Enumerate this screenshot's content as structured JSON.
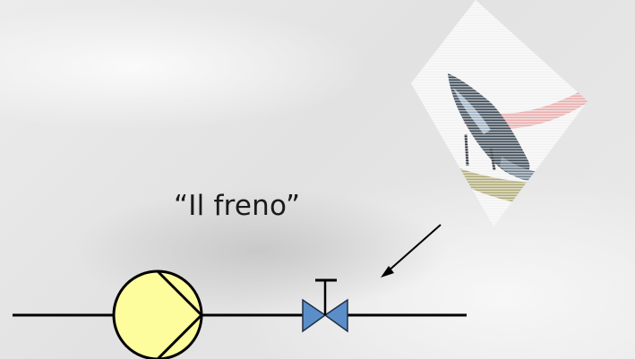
{
  "diagram": {
    "label": "“Il freno”",
    "colors": {
      "pump_fill": "#fdfd9e",
      "valve_fill": "#5b8ec9",
      "line": "#000000",
      "background": "#e6e6e6"
    },
    "elements": [
      "pipe-line",
      "pump-symbol",
      "valve-symbol",
      "pointer-arrow",
      "shoe-sketch-image"
    ]
  }
}
